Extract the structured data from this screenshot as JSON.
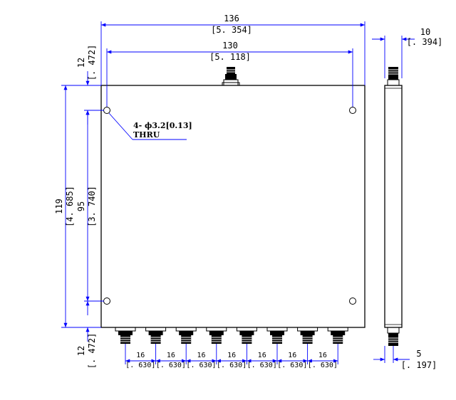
{
  "drawing": {
    "overall_width": {
      "mm": "136",
      "inch": "[5. 354]"
    },
    "hole_spacing_width": {
      "mm": "130",
      "inch": "[5. 118]"
    },
    "side_width": {
      "mm": "10",
      "inch": "[. 394]"
    },
    "top_hole_offset": {
      "mm": "12",
      "inch": "[. 472]"
    },
    "bottom_hole_offset": {
      "mm": "12",
      "inch": "[. 472]"
    },
    "overall_height": {
      "mm": "119",
      "inch": "[4. 685]"
    },
    "hole_spacing_height": {
      "mm": "95",
      "inch": "[3. 740]"
    },
    "connector_offset": {
      "mm": "5",
      "inch": "[. 197]"
    },
    "hole_note": {
      "line1": "4- ϕ3.2[0.13]",
      "line2": "THRU"
    },
    "port_pitch": [
      {
        "mm": "16",
        "inch": "[. 630]"
      },
      {
        "mm": "16",
        "inch": "[. 630]"
      },
      {
        "mm": "16",
        "inch": "[. 630]"
      },
      {
        "mm": "16",
        "inch": "[. 630]"
      },
      {
        "mm": "16",
        "inch": "[. 630]"
      },
      {
        "mm": "16",
        "inch": "[. 630]"
      },
      {
        "mm": "16",
        "inch": "[. 630]"
      }
    ],
    "colors": {
      "dimension_line": "#0000ff",
      "outline": "#000000",
      "connector": "#000000"
    }
  }
}
